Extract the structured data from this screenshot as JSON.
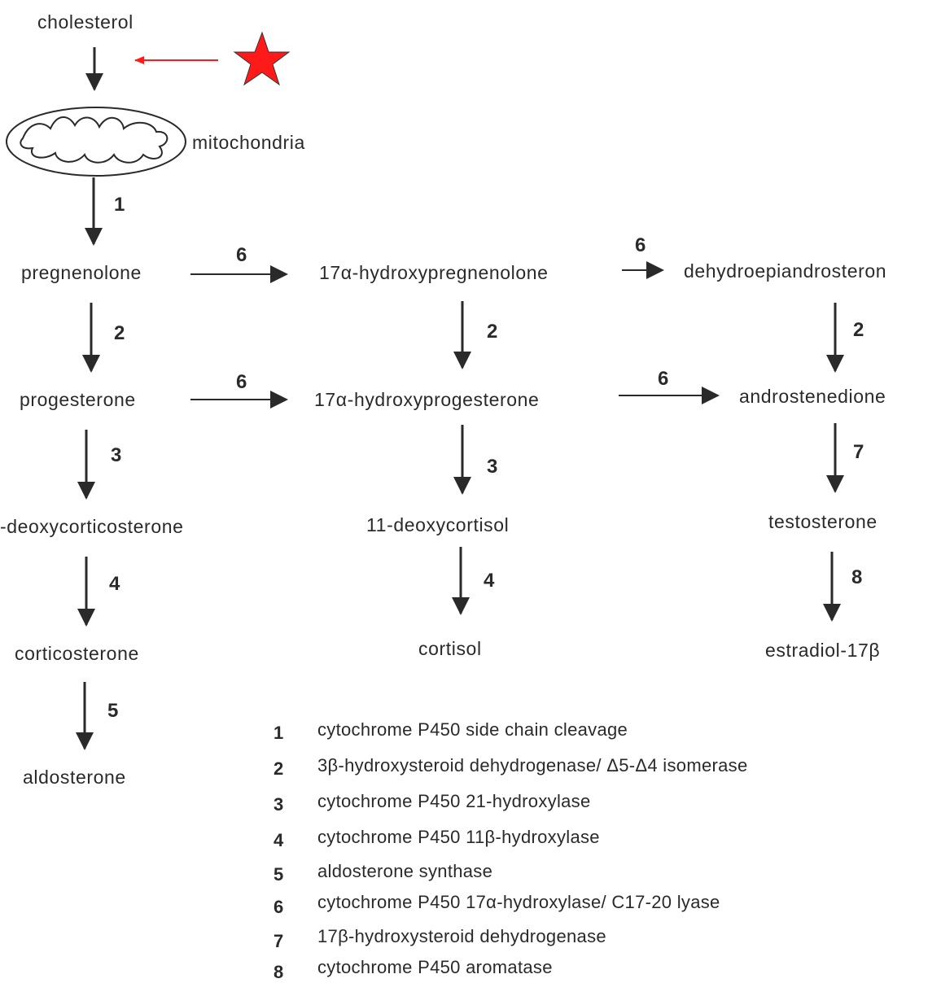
{
  "nodes": {
    "cholesterol": "cholesterol",
    "mitochondria": "mitochondria",
    "pregnenolone": "pregnenolone",
    "hydroxypregnenolone": "17α-hydroxypregnenolone",
    "dhea": "dehydroepiandrosteron",
    "progesterone": "progesterone",
    "hydroxyprogesterone": "17α-hydroxyprogesterone",
    "androstenedione": "androstenedione",
    "deoxycorticosterone": "-deoxycorticosterone",
    "deoxycortisol": "11-deoxycortisol",
    "testosterone": "testosterone",
    "corticosterone": "corticosterone",
    "cortisol": "cortisol",
    "estradiol": "estradiol-17β",
    "aldosterone": "aldosterone"
  },
  "step_labels": {
    "chol_preg": "1",
    "preg_prog": "2",
    "preg_17preg": "6",
    "17preg_dhea": "6",
    "17preg_17prog": "2",
    "dhea_andro": "2",
    "prog_17prog": "6",
    "17prog_andro": "6",
    "prog_doc": "3",
    "17prog_11doc": "3",
    "andro_testo": "7",
    "doc_cortico": "4",
    "11doc_cortisol": "4",
    "testo_estradiol": "8",
    "cortico_aldo": "5"
  },
  "legend": [
    {
      "num": "1",
      "text": "cytochrome P450  side chain cleavage"
    },
    {
      "num": "2",
      "text": "3β-hydroxysteroid  dehydrogenase/ Δ5-Δ4    isomerase"
    },
    {
      "num": "3",
      "text": "cytochrome  P450  21-hydroxylase"
    },
    {
      "num": "4",
      "text": "cytochrome  P450  11β-hydroxylase"
    },
    {
      "num": "5",
      "text": "aldosterone  synthase"
    },
    {
      "num": "6",
      "text": "cytochrome  P450  17α-hydroxylase/ C17-20  lyase"
    },
    {
      "num": "7",
      "text": "17β-hydroxysteroid  dehydrogenase"
    },
    {
      "num": "8",
      "text": "cytochrome  P450  aromatase"
    }
  ],
  "colors": {
    "ink": "#2a2a2a",
    "highlight": "#ff1a1a"
  },
  "icons": {
    "highlight_marker": "star-icon"
  }
}
